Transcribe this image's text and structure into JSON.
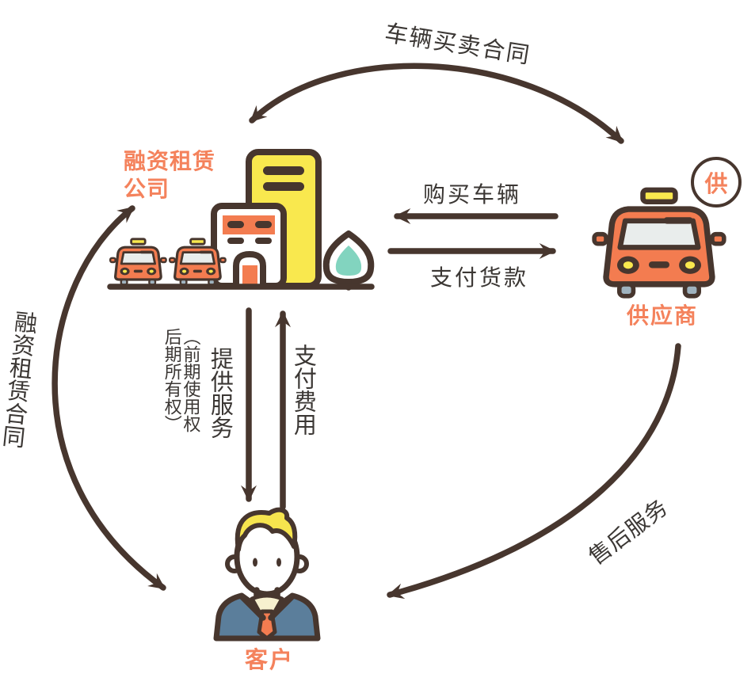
{
  "colors": {
    "outline": "#47362E",
    "text-dark": "#3B3734",
    "orange": "#F37C50",
    "label-orange": "#F4825C",
    "yellow": "#F9E84E",
    "mint": "#82D4BF",
    "glass": "#E9EDEC",
    "wheel": "#9FB2BE",
    "suit": "#5B7E9B",
    "shirt": "#F7F0CF",
    "hair": "#F6E44E"
  },
  "nodes": {
    "company": {
      "label": "融资租赁\n公司",
      "icon": "office-building-with-taxis-and-tree"
    },
    "supplier": {
      "label": "供应商",
      "badge": "供",
      "icon": "taxi-front"
    },
    "customer": {
      "label": "客户",
      "icon": "businessman"
    }
  },
  "flows": {
    "vehicle_sale_contract": {
      "label": "车辆买卖合同",
      "between": "company-supplier"
    },
    "purchase_vehicles": {
      "label": "购买车辆",
      "direction": "supplier-to-company"
    },
    "pay_for_goods": {
      "label": "支付货款",
      "direction": "company-to-supplier"
    },
    "finance_lease_contract": {
      "label": "融资租赁合同",
      "between": "company-customer"
    },
    "provide_service": {
      "label": "提供服务",
      "note": "（前期使用权\n后期所有权）",
      "direction": "company-to-customer"
    },
    "pay_fees": {
      "label": "支付费用",
      "direction": "customer-to-company"
    },
    "after_sales_service": {
      "label": "售后服务",
      "direction": "supplier-to-customer"
    }
  }
}
